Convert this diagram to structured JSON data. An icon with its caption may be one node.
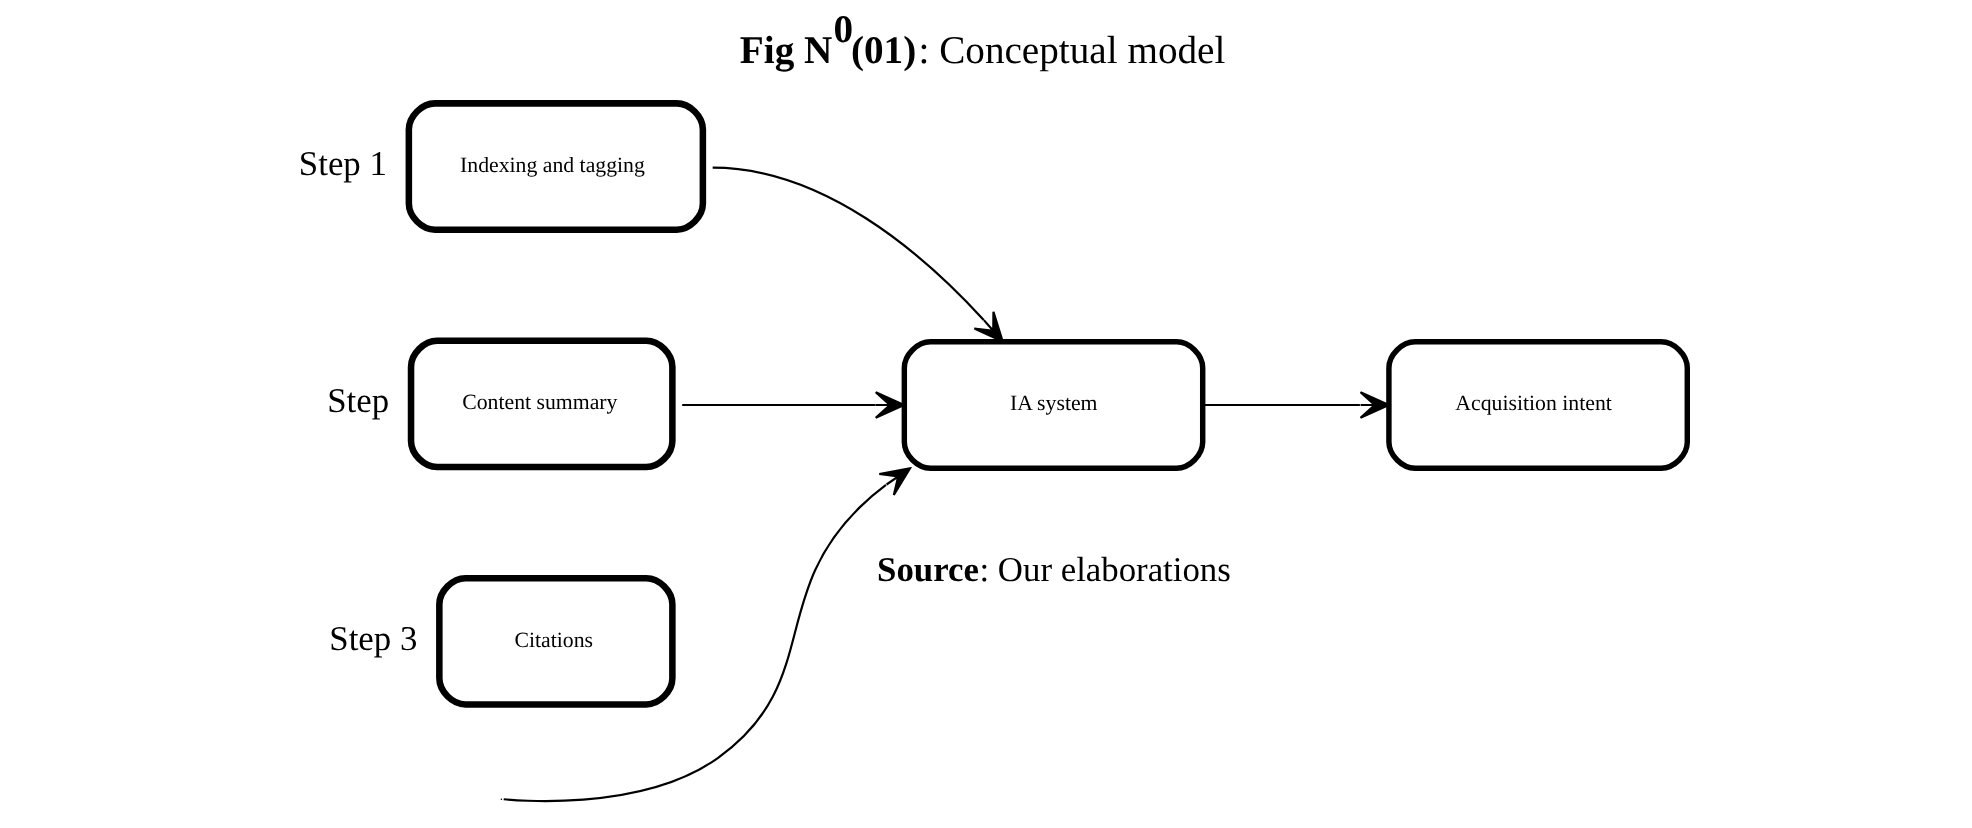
{
  "diagram": {
    "title": "**Fig N$^{0}$(01)**: Conceptual model",
    "caption": "**Source**: Our elaborations",
    "nodes": [
      {
        "text": [
          "Indexing and tagging"
        ],
        "beside": [
          "Step 1"
        ]
      },
      {
        "text": [
          "Content summary"
        ],
        "beside": [
          "Step"
        ]
      },
      {
        "text": [
          "Citations"
        ],
        "beside": [
          "Step 3"
        ]
      },
      {
        "text": [
          "IA system"
        ]
      },
      {
        "text": [
          "Acquisition intent"
        ]
      }
    ],
    "edges": [
      {
        "from": 0,
        "to": 3,
        "arrow": "to"
      },
      {
        "from": 1,
        "to": 3,
        "arrow": "to"
      },
      {
        "from": null,
        "to": 3,
        "arrow": "to"
      },
      {
        "from": 3,
        "to": 4,
        "arrow": "to"
      }
    ]
  }
}
